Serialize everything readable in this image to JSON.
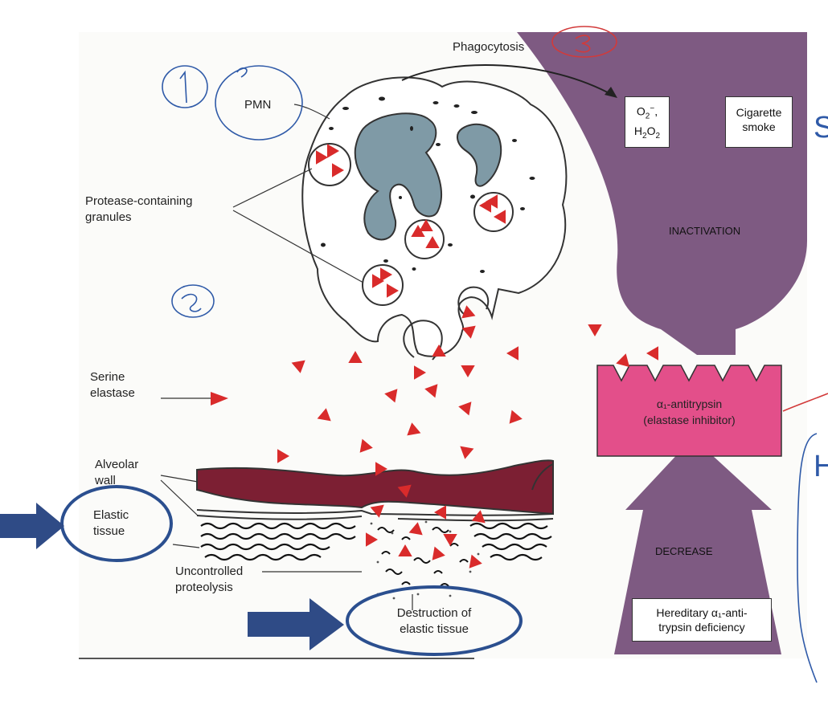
{
  "labels": {
    "phagocytosis": "Phagocytosis",
    "pmn": "PMN",
    "protease_line1": "Protease-containing",
    "protease_line2": "granules",
    "serine_line1": "Serine",
    "serine_line2": "elastase",
    "alveolar_line1": "Alveolar",
    "alveolar_line2": "wall",
    "elastic_line1": "Elastic",
    "elastic_line2": "tissue",
    "uncontrolled_line1": "Uncontrolled",
    "uncontrolled_line2": "proteolysis",
    "destruction_line1": "Destruction of",
    "destruction_line2": "elastic tissue",
    "inactivation": "INACTIVATION",
    "decrease": "DECREASE",
    "ros_o2": "O",
    "ros_o2_sub": "2",
    "ros_o2_sup": "−",
    "ros_h2o2_a": "H",
    "ros_h2o2_sub1": "2",
    "ros_h2o2_b": "O",
    "ros_h2o2_sub2": "2",
    "cig_line1": "Cigarette",
    "cig_line2": "smoke",
    "aat_line1": "α₁-antitrypsin",
    "aat_line2": "(elastase inhibitor)",
    "hered_line1": "Hereditary α₁-anti-",
    "hered_line2": "trypsin deficiency"
  },
  "annotations": {
    "marginal_s": "S",
    "marginal_h": "H"
  },
  "colors": {
    "purple": "#7e5a82",
    "pink": "#e34f8a",
    "red_triangle": "#d92b2b",
    "alveolar": "#7c1f33",
    "nucleus": "#7f9aa6",
    "annotation_blue": "#2f5aa8",
    "annotation_red": "#d23a3a"
  }
}
